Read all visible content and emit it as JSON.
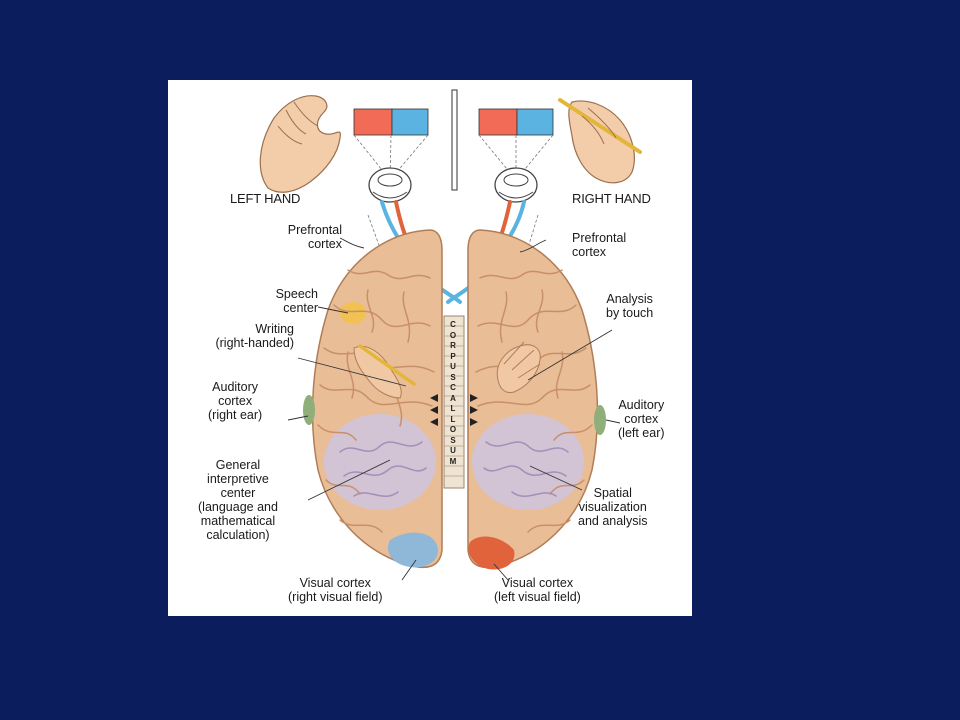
{
  "labels": {
    "left_hand": "LEFT HAND",
    "right_hand": "RIGHT HAND",
    "prefrontal_left": "Prefrontal\ncortex",
    "prefrontal_right": "Prefrontal\ncortex",
    "speech_center": "Speech\ncenter",
    "writing": "Writing\n(right-handed)",
    "auditory_left": "Auditory\ncortex\n(right ear)",
    "general_interpretive": "General\ninterpretive\ncenter\n(language and\nmathematical\ncalculation)",
    "visual_left": "Visual cortex\n(right visual field)",
    "analysis_touch": "Analysis\nby touch",
    "auditory_right": "Auditory\ncortex\n(left ear)",
    "spatial": "Spatial\nvisualization\nand analysis",
    "visual_right": "Visual cortex\n(left visual field)",
    "corpus_callosum": "CORPUSCALLOSUM"
  },
  "colors": {
    "background": "#0b1d5c",
    "brain": "#e9bd96",
    "brain_shadow": "#c98f68",
    "visual_blue": "#8fb7d8",
    "visual_red": "#e0633c",
    "speech_yellow": "#f2c24a",
    "auditory_green": "#8fae7a",
    "interpretive_purple": "#cfc3dc",
    "square_red": "#f26b56",
    "square_blue": "#5ab3e0"
  }
}
